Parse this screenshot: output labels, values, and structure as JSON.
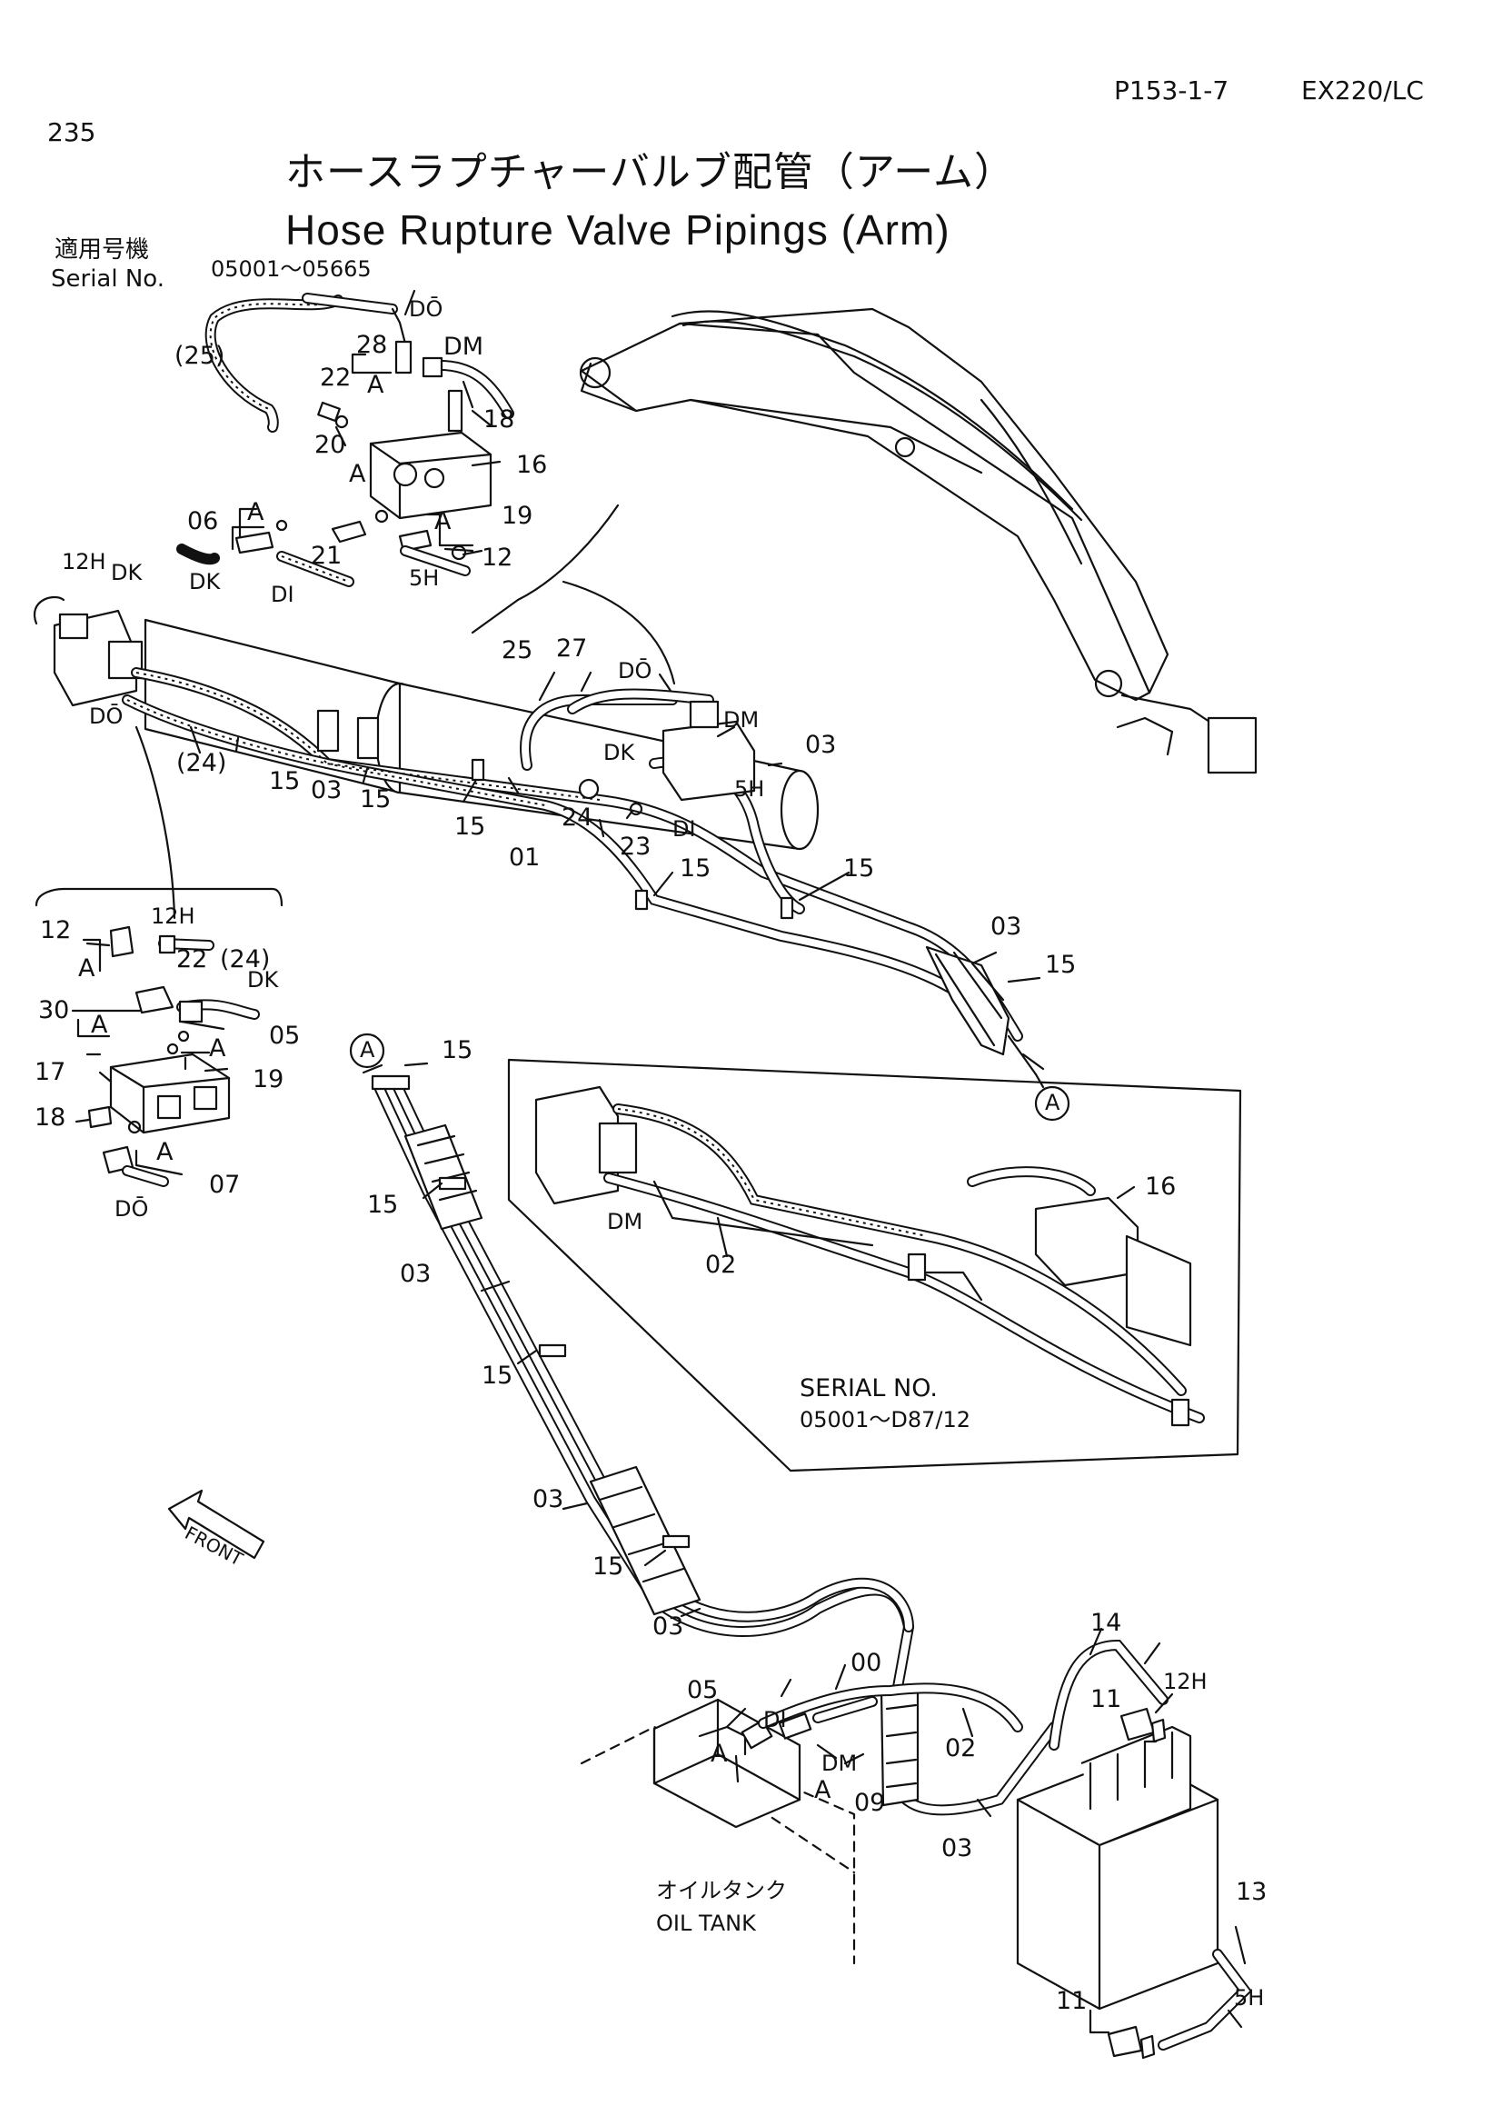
{
  "header": {
    "page_number": "235",
    "catalog_ref": "P153-1-7",
    "model": "EX220/LC"
  },
  "title": {
    "japanese": "ホースラプチャーバルブ配管（アーム）",
    "english": "Hose Rupture Valve Pipings (Arm)"
  },
  "applicability": {
    "label_jp": "適用号機",
    "label_en": "Serial No.",
    "range": "05001～05665"
  },
  "inset": {
    "serial_label": "SERIAL NO.",
    "serial_range": "05001～D87/12"
  },
  "oil_tank": {
    "label_jp": "オイルタンク",
    "label_en": "OIL TANK"
  },
  "front_arrow": {
    "label": "FRONT",
    "icon": "front-arrow-icon"
  },
  "callouts": {
    "c00": "00",
    "c01": "01",
    "c02": "02",
    "c03": "03",
    "c05": "05",
    "c06": "06",
    "c07": "07",
    "c09": "09",
    "c11": "11",
    "c12": "12",
    "c13": "13",
    "c14": "14",
    "c15": "15",
    "c16": "16",
    "c17": "17",
    "c18": "18",
    "c19": "19",
    "c20": "20",
    "c21": "21",
    "c22": "22",
    "c23": "23",
    "c24": "24",
    "c25": "25",
    "c27": "27",
    "c28": "28",
    "c30": "30",
    "p24": "(24)",
    "p25": "(25)",
    "DO": "DŌ",
    "DM": "DM",
    "DK": "DK",
    "DI": "DI",
    "h5H": "5H",
    "h12H": "12H",
    "A": "A",
    "A_circ": "A"
  }
}
